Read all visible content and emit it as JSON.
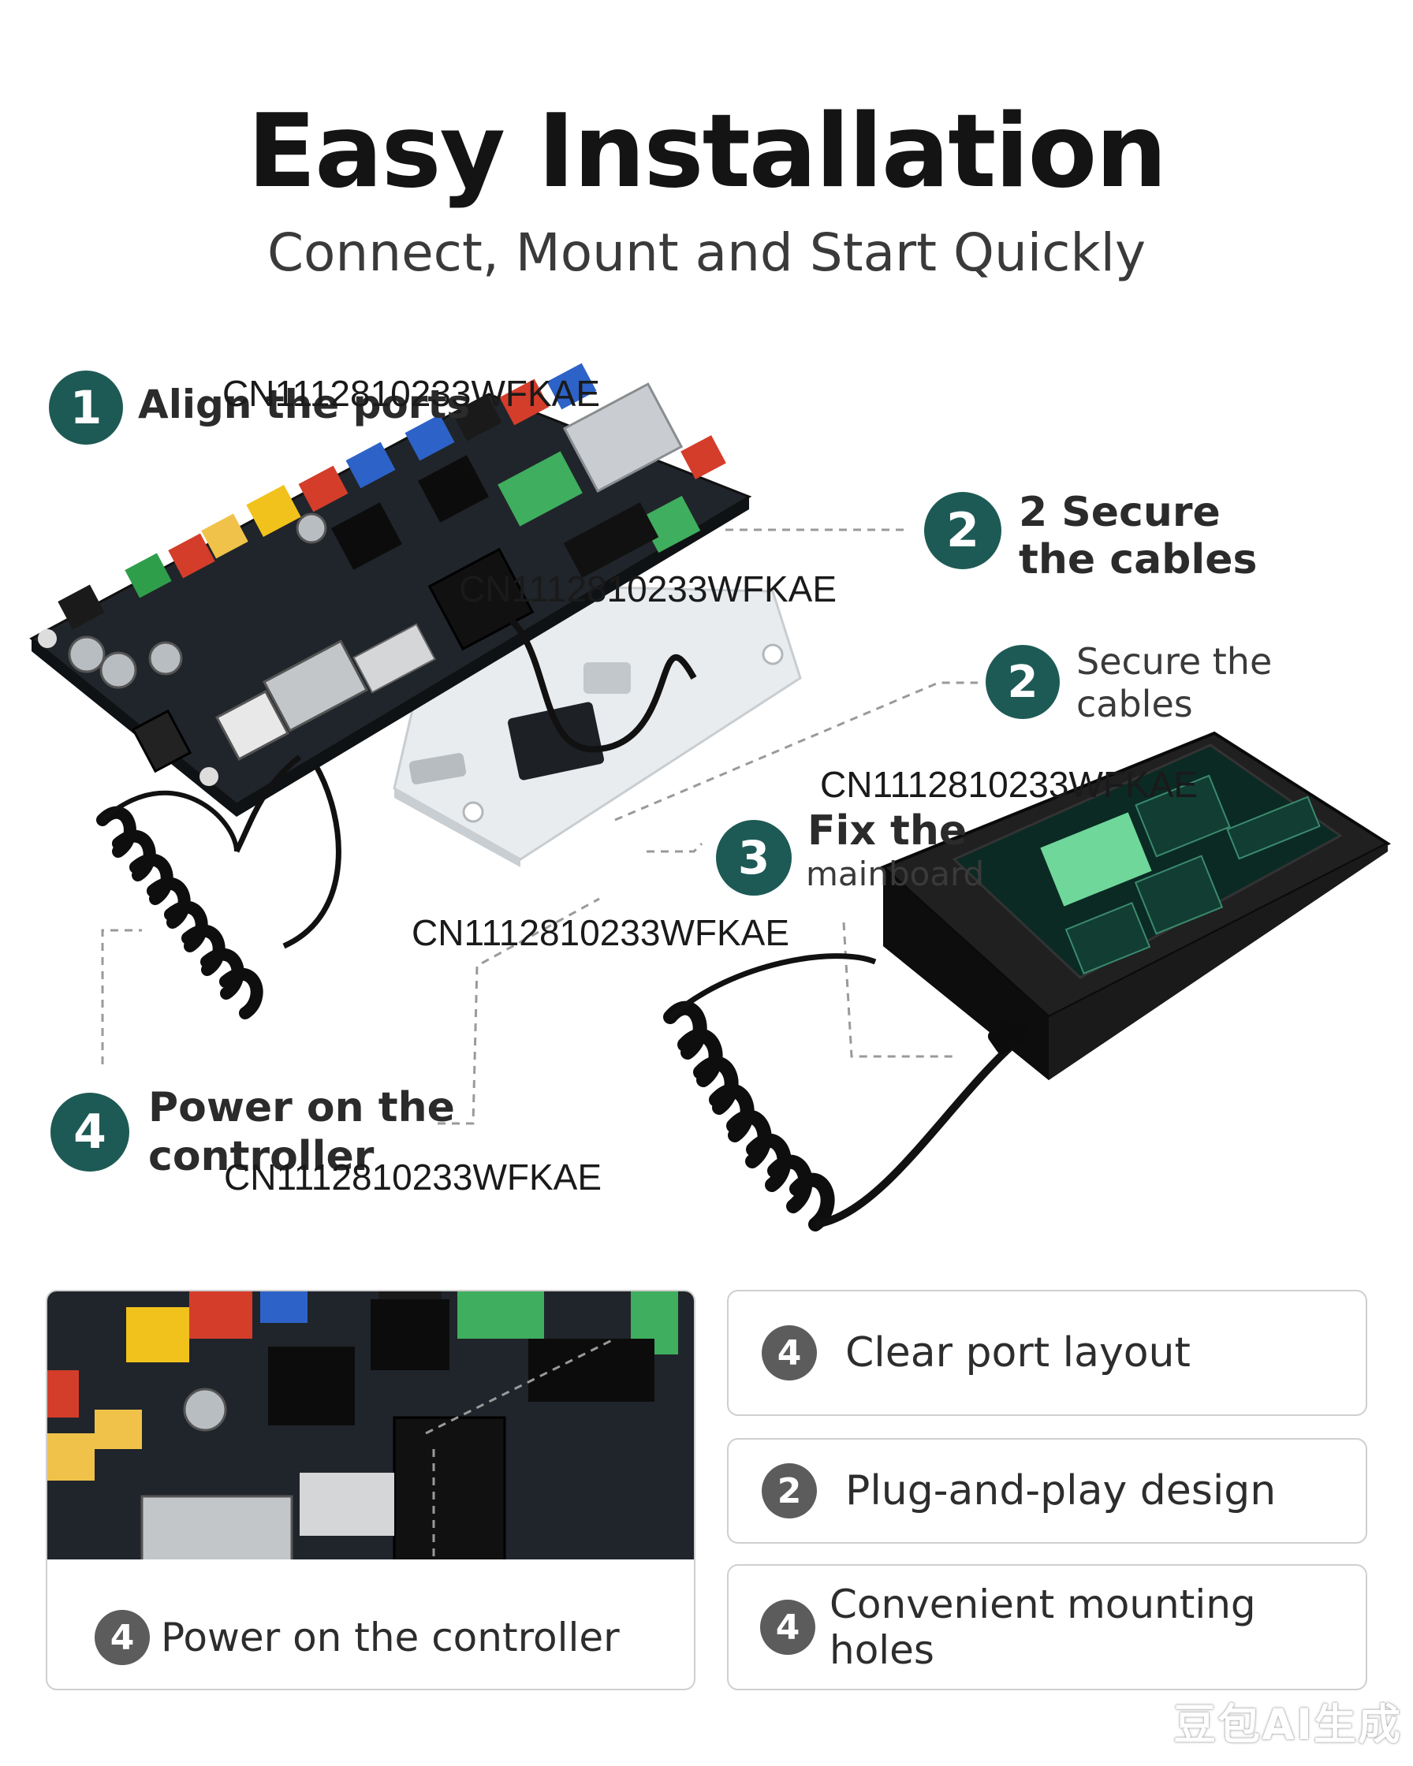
{
  "header": {
    "title": "Easy Installation",
    "subtitle": "Connect, Mount and Start Quickly"
  },
  "steps": [
    {
      "number": "1",
      "text": "Align the ports"
    },
    {
      "number": "2",
      "text": "2 Secure the cables"
    },
    {
      "number": "2",
      "text": "Secure the cables"
    },
    {
      "number": "3",
      "text_line1": "Fix the",
      "text_line2": "mainboard"
    },
    {
      "number": "4",
      "text": "Power on the controller"
    }
  ],
  "codes": [
    "CN1112810233WFKAE",
    "CN1112810233WFKAE",
    "CN1112810233WFKAE",
    "CN1112810233WFKAE",
    "CN1112810233WFKAE"
  ],
  "bottom_panel": {
    "number": "4",
    "text": "Power on the controller"
  },
  "features": [
    {
      "number": "4",
      "text": "Clear port layout"
    },
    {
      "number": "2",
      "text": "Plug-and-play design"
    },
    {
      "number": "4",
      "text": "Convenient mounting holes"
    }
  ],
  "corner_mark": "豆包AI生成",
  "colors": {
    "badge": "#1e5a55",
    "gray_badge": "#5c5c5c",
    "board": "#1f2328"
  }
}
